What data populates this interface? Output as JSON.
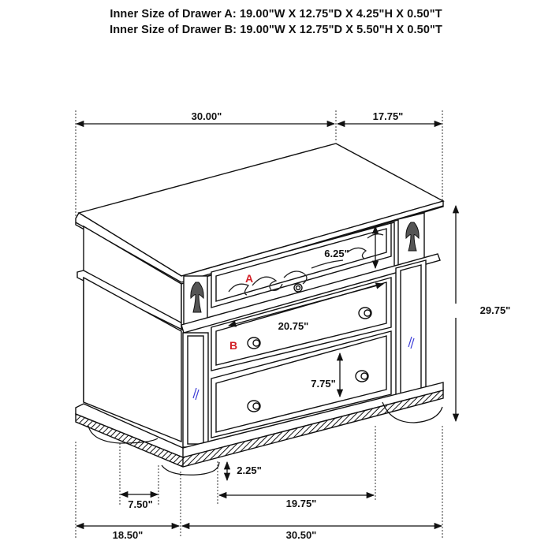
{
  "header": {
    "drawer_a": "Inner Size of Drawer A: 19.00\"W X 12.75\"D X 4.25\"H X 0.50\"T",
    "drawer_b": "Inner Size of Drawer B: 19.00\"W X 12.75\"D X 5.50\"H X 0.50\"T"
  },
  "dimensions": {
    "top_width": "30.00\"",
    "top_depth": "17.75\"",
    "overall_height": "29.75\"",
    "drawer_a_height": "6.25\"",
    "drawer_b_width": "20.75\"",
    "drawer_c_height": "7.75\"",
    "foot_height": "2.25\"",
    "foot_width": "7.50\"",
    "foot_spacing": "19.75\"",
    "base_depth": "18.50\"",
    "base_width": "30.50\""
  },
  "markers": {
    "drawer_a": "A",
    "drawer_b": "B"
  },
  "colors": {
    "line": "#111111",
    "marker": "#d21f26",
    "accent_blue": "#3a3ad6"
  }
}
